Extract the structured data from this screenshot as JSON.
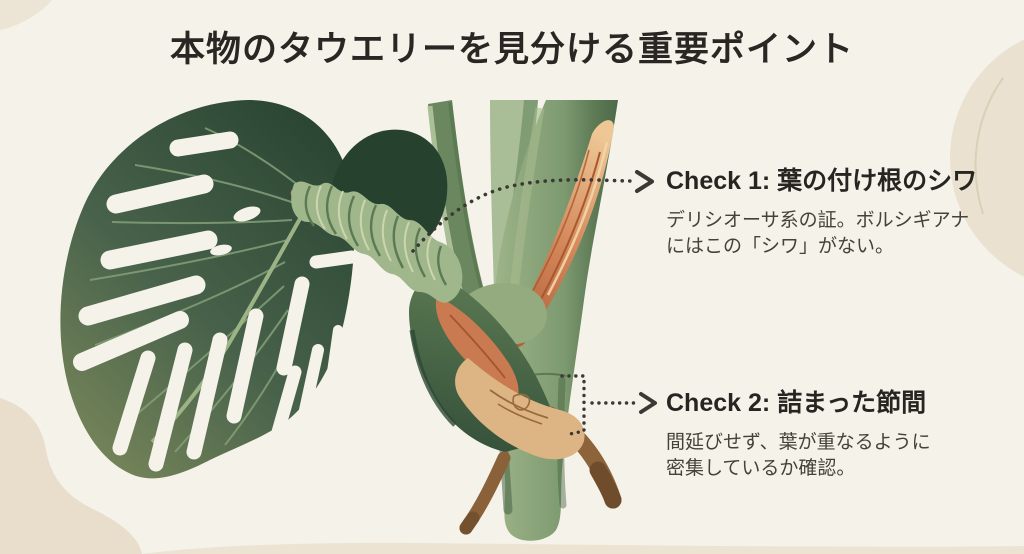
{
  "page": {
    "title": "本物のタウエリーを見分ける重要ポイント",
    "background_color": "#f5f2ea",
    "title_color": "#282723"
  },
  "illustration": {
    "subject": "モンステラの葉と茎のイラスト",
    "colors": {
      "leaf_dark": "#2d4834",
      "leaf_light": "#748459",
      "wrinkle_sage": "#a0b68b",
      "stem_green": "#7d9a71",
      "cataphyll_orange": "#d4875a",
      "sheath_tan": "#ddb584",
      "root_brown": "#8d6339",
      "background_blob_beige": "#e9dfcc",
      "connector_dots": "#3a3934"
    }
  },
  "checks": [
    {
      "id": "check-1",
      "heading": "Check 1: 葉の付け根のシワ",
      "body_lines": [
        "デリシオーサ系の証。ボルシギアナ",
        "にはこの「シワ」がない。"
      ]
    },
    {
      "id": "check-2",
      "heading": "Check 2: 詰まった節間",
      "body_lines": [
        "間延びせず、葉が重なるように",
        "密集しているか確認。"
      ]
    }
  ]
}
